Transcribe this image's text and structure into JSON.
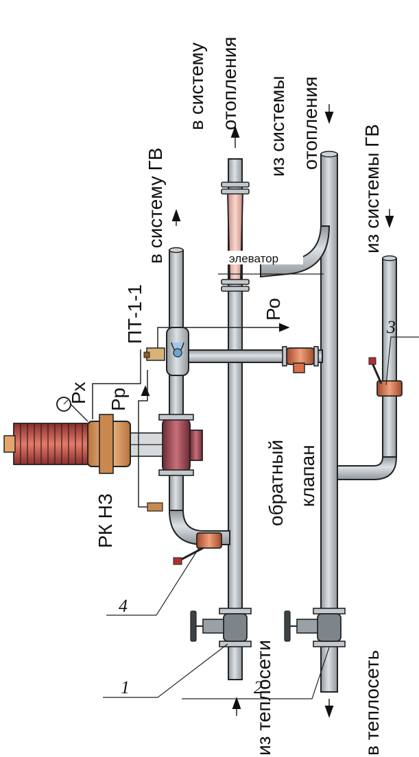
{
  "labels": {
    "to_heating": [
      "в систему",
      "отопления"
    ],
    "from_heating": [
      "из системы",
      "отопления"
    ],
    "to_hot_water": "в систему ГВ",
    "from_hot_water": "из системы ГВ",
    "from_heat_network": "из теплосети",
    "to_heat_network": "в теплосеть",
    "elevator": "элеватор",
    "pressure_return": "Ро",
    "heat_exchanger": "ПТ-1-1",
    "pressure_regulated": "Рр",
    "pressure_x": "Рх",
    "valve_rk": "РК НЗ",
    "check_valve": [
      "обратный",
      "клапан"
    ]
  },
  "callouts": {
    "n1": "1",
    "n2": "2",
    "n3": "3",
    "n4": "4"
  },
  "colors": {
    "pipe": "#b9bfc4",
    "valve_body": "#a8474f",
    "ball_valve": "#d9714a",
    "regulator_spring": "#c9584f",
    "regulator_body": "#e6a56a",
    "elevator_cone": "#e8b7ad",
    "outline": "#222222"
  }
}
